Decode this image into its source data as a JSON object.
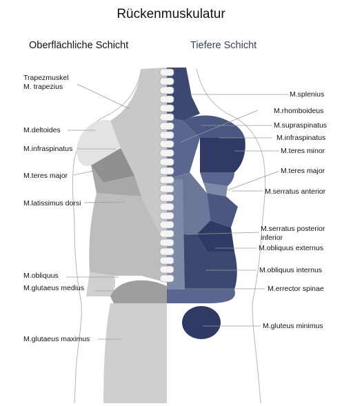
{
  "title": "Rückenmuskulatur",
  "headers": {
    "left": "Oberflächliche Schicht",
    "right": "Tiefere Schicht"
  },
  "labels_left": {
    "trapezius_1": "Trapezmuskel",
    "trapezius_2": "M. trapezius",
    "deltoides": "M.deltoides",
    "infraspinatus": "M.infraspinatus",
    "teres_major": "M.teres major",
    "latissimus": "M.latissimus dorsi",
    "obliquus": "M.obliquus",
    "glutaeus_medius": "M.glutaeus medius",
    "glutaeus_maximus": "M.glutaeus maximus"
  },
  "labels_right": {
    "splenius": "M.splenius",
    "rhomboideus": "M.rhomboideus",
    "supraspinatus": "M.supraspinatus",
    "infraspinatus": "M.infraspinatus",
    "teres_minor": "M.teres minor",
    "teres_major": "M.teres major",
    "serratus_anterior": "M.serratus anterior",
    "serratus_posterior_1": "M.serratus posterior",
    "serratus_posterior_2": "inferior",
    "obliquus_externus": "M.obliquus externus",
    "obliquus_internus": "M.obliquus internus",
    "errector_spinae": "M.errector spinae",
    "gluteus_minimus": "M.gluteus minimus"
  },
  "colors": {
    "superficial_light": "#dcdcdc",
    "superficial_mid": "#bfbfbf",
    "superficial_dark": "#8c8c8c",
    "deep_dark": "#2e3a63",
    "deep_mid": "#4a5780",
    "deep_light": "#7e89a8",
    "leader_line": "#9a9a9a"
  }
}
